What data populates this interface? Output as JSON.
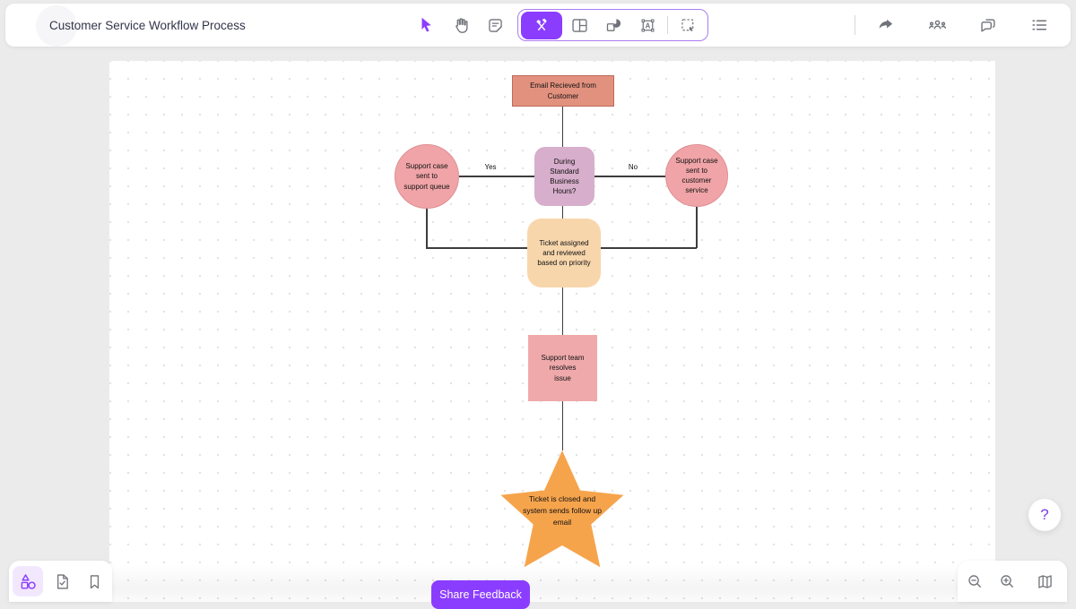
{
  "app": {
    "title": "Customer Service Workflow Process"
  },
  "header": {
    "toolbar": {
      "left_tools": [
        "select-tool",
        "hand-tool",
        "sticky-note-tool"
      ],
      "tool_group": [
        "build-tools (active)",
        "table-tool",
        "shapes-tool",
        "text-frame-tool",
        "section-select-tool"
      ],
      "text_tool_glyph": "A",
      "right_tools": [
        "share",
        "collaborators",
        "comments",
        "list"
      ]
    }
  },
  "colors": {
    "accent_purple": "#8B3DFF",
    "tool_group_outline": "#A97CF2",
    "background": "#EBEBEB",
    "canvas": "#FFFFFF",
    "edge": "#3D3D3D"
  },
  "flowchart": {
    "nodes": [
      {
        "id": "start",
        "shape": "rectangle",
        "label": "Email Recieved from Customer",
        "fill": "#E2917F"
      },
      {
        "id": "decision",
        "shape": "rounded-rectangle",
        "label": "During Standard Business Hours?",
        "fill": "#D7AECB"
      },
      {
        "id": "support-queue",
        "shape": "circle",
        "label": "Support case sent to support queue",
        "fill": "#F0A4A7"
      },
      {
        "id": "customer-service",
        "shape": "circle",
        "label": "Support case sent to customer service",
        "fill": "#F0A4A7"
      },
      {
        "id": "ticket-review",
        "shape": "rounded-rectangle",
        "label": "Ticket assigned and reviewed based on priority",
        "fill": "#F8D6AC"
      },
      {
        "id": "resolve",
        "shape": "rectangle",
        "label": "Support team resolves issue",
        "fill": "#EFA9AB"
      },
      {
        "id": "closed",
        "shape": "star",
        "label": "Ticket is closed and system sends follow up email",
        "fill": "#F6A44C"
      }
    ],
    "edges": [
      {
        "from": "start",
        "to": "decision",
        "label": ""
      },
      {
        "from": "decision",
        "to": "support-queue",
        "label": "Yes"
      },
      {
        "from": "decision",
        "to": "customer-service",
        "label": "No"
      },
      {
        "from": "decision",
        "to": "ticket-review",
        "label": ""
      },
      {
        "from": "support-queue",
        "to": "ticket-review",
        "label": ""
      },
      {
        "from": "customer-service",
        "to": "ticket-review",
        "label": ""
      },
      {
        "from": "ticket-review",
        "to": "resolve",
        "label": ""
      },
      {
        "from": "resolve",
        "to": "closed",
        "label": ""
      }
    ]
  },
  "footer": {
    "share_feedback_label": "Share Feedback",
    "left_tools": [
      "shapes (active)",
      "checklist-doc",
      "bookmark"
    ],
    "right_tools": [
      "zoom-out",
      "zoom-in",
      "minimap"
    ]
  },
  "help": {
    "label": "?"
  }
}
